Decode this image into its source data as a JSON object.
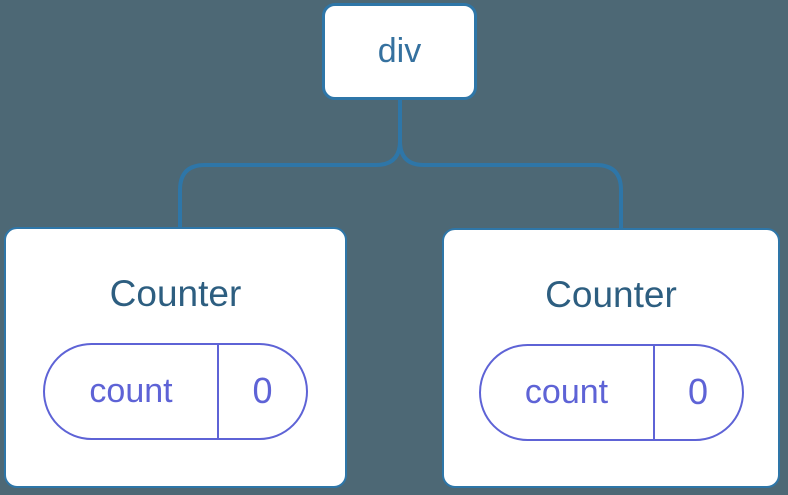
{
  "diagram": {
    "type": "component-state-tree",
    "colors": {
      "background": "#4d6875",
      "connector_blue": "#2e76a8",
      "root_label_blue": "#35719f",
      "component_title_teal": "#2d5e80",
      "state_purple": "#5e63d6",
      "node_fill": "#ffffff"
    },
    "tree": {
      "root": {
        "label": "div"
      },
      "children": [
        {
          "title": "Counter",
          "state_key": "count",
          "state_value": "0"
        },
        {
          "title": "Counter",
          "state_key": "count",
          "state_value": "0"
        }
      ]
    }
  }
}
